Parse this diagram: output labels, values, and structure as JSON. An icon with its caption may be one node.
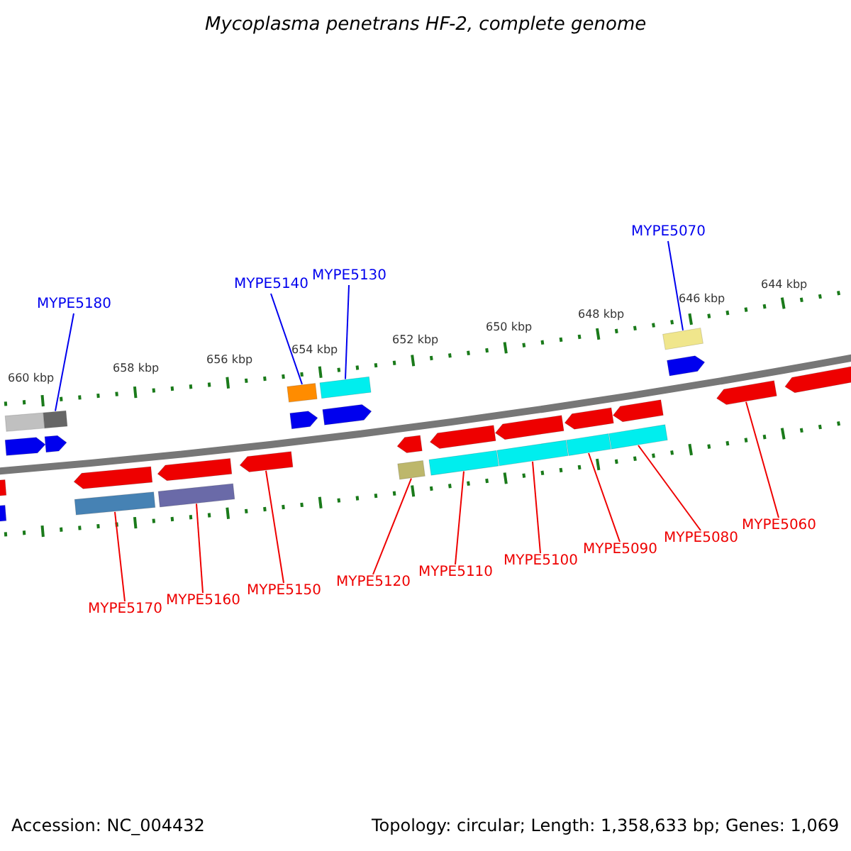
{
  "diagram": {
    "title": "Mycoplasma penetrans HF-2, complete genome",
    "nodes": [
      {
        "text": [
          "MYPE5180"
        ]
      },
      {
        "text": [
          "MYPE5140"
        ]
      },
      {
        "text": [
          "MYPE5130"
        ]
      },
      {
        "text": [
          "MYPE5070"
        ]
      },
      {
        "text": [
          "MYPE5170"
        ]
      },
      {
        "text": [
          "MYPE5160"
        ]
      },
      {
        "text": [
          "MYPE5150"
        ]
      },
      {
        "text": [
          "MYPE5120"
        ]
      },
      {
        "text": [
          "MYPE5110"
        ]
      },
      {
        "text": [
          "MYPE5100"
        ]
      },
      {
        "text": [
          "MYPE5090"
        ]
      },
      {
        "text": [
          "MYPE5080"
        ]
      },
      {
        "text": [
          "MYPE5060"
        ]
      },
      {
        "text": [],
        "shape": "box"
      },
      {
        "text": [],
        "shape": "box"
      },
      {
        "text": [],
        "shape": "box"
      },
      {
        "text": [],
        "shape": "box"
      },
      {
        "text": [],
        "shape": "box"
      },
      {
        "text": [],
        "shape": "arrow"
      },
      {
        "text": [],
        "shape": "arrow"
      },
      {
        "text": [],
        "shape": "arrow"
      },
      {
        "text": [],
        "shape": "arrow"
      },
      {
        "text": [],
        "shape": "arrow"
      },
      {
        "text": [],
        "shape": "arrow"
      },
      {
        "text": [],
        "shape": "arrow"
      },
      {
        "text": [],
        "shape": "arrow"
      },
      {
        "text": [],
        "shape": "arrow"
      },
      {
        "text": [],
        "shape": "arrow"
      },
      {
        "text": [],
        "shape": "arrow"
      },
      {
        "text": [],
        "shape": "arrow"
      },
      {
        "text": [],
        "shape": "arrow"
      },
      {
        "text": [],
        "shape": "arrow"
      },
      {
        "text": [],
        "shape": "arrow"
      },
      {
        "text": [],
        "shape": "arrow"
      },
      {
        "text": [],
        "shape": "box"
      },
      {
        "text": [],
        "shape": "box"
      },
      {
        "text": [],
        "shape": "box"
      },
      {
        "text": [],
        "shape": "box"
      },
      {
        "text": [],
        "shape": "box"
      },
      {
        "text": [],
        "shape": "box"
      },
      {
        "text": [],
        "shape": "box"
      },
      {
        "text": [],
        "shape": "box"
      }
    ],
    "edges": [
      {
        "from": 0,
        "to": 14,
        "arrow": "none",
        "color": "#0000ee"
      },
      {
        "from": 1,
        "to": 15,
        "arrow": "none",
        "color": "#0000ee"
      },
      {
        "from": 2,
        "to": 16,
        "arrow": "none",
        "color": "#0000ee"
      },
      {
        "from": 3,
        "to": 17,
        "arrow": "none",
        "color": "#0000ee"
      },
      {
        "from": 4,
        "to": 35,
        "arrow": "none"
      },
      {
        "from": 5,
        "to": 36,
        "arrow": "none"
      },
      {
        "from": 6,
        "to": 26,
        "arrow": "none"
      },
      {
        "from": 7,
        "to": 37,
        "arrow": "none"
      },
      {
        "from": 8,
        "to": 38,
        "arrow": "none"
      },
      {
        "from": 9,
        "to": 39,
        "arrow": "none"
      },
      {
        "from": 10,
        "to": 40,
        "arrow": "none"
      },
      {
        "from": 11,
        "to": 41,
        "arrow": "none"
      },
      {
        "from": 12,
        "to": 32,
        "arrow": "none"
      }
    ],
    "labels": [
      "644 kbp",
      "646 kbp",
      "648 kbp",
      "650 kbp",
      "652 kbp",
      "654 kbp",
      "656 kbp",
      "658 kbp",
      "660 kbp",
      "Accession: NC_004432",
      "Topology: circular; Length: 1,358,633 bp; Genes: 1,069"
    ]
  }
}
